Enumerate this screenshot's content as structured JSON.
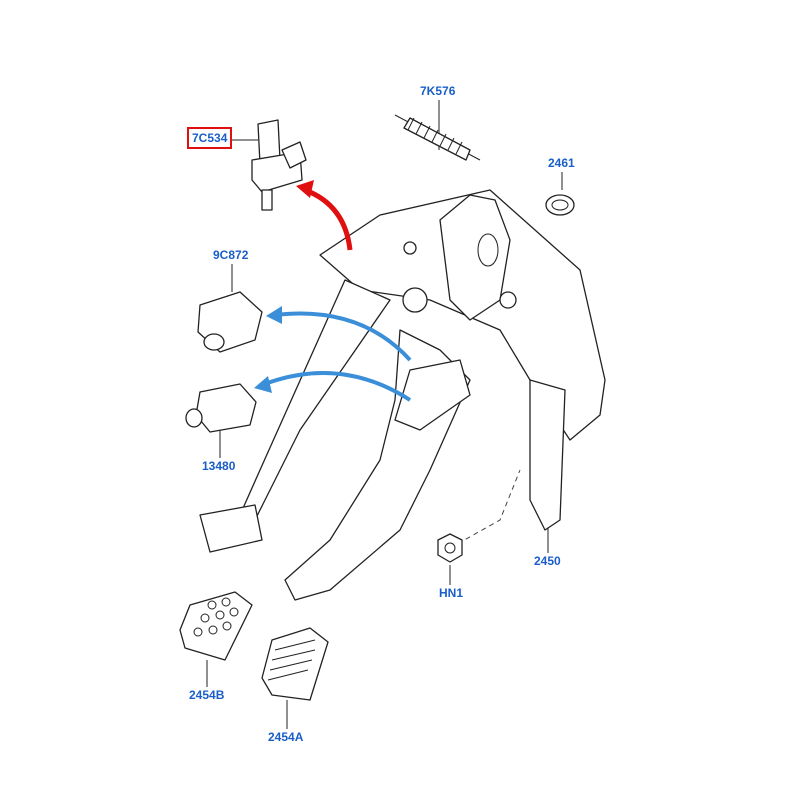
{
  "labels": {
    "spring": "7K576",
    "brake_switch": "7C534",
    "bushing": "2461",
    "clutch_switch": "9C872",
    "stop_switch": "13480",
    "nut": "HN1",
    "bracket": "2450",
    "pad_b": "2454B",
    "pad_a": "2454A"
  },
  "colors": {
    "label": "#1a5ec8",
    "highlight_box": "#e01010",
    "arrow_red": "#e01010",
    "arrow_blue": "#3a8fd8"
  }
}
